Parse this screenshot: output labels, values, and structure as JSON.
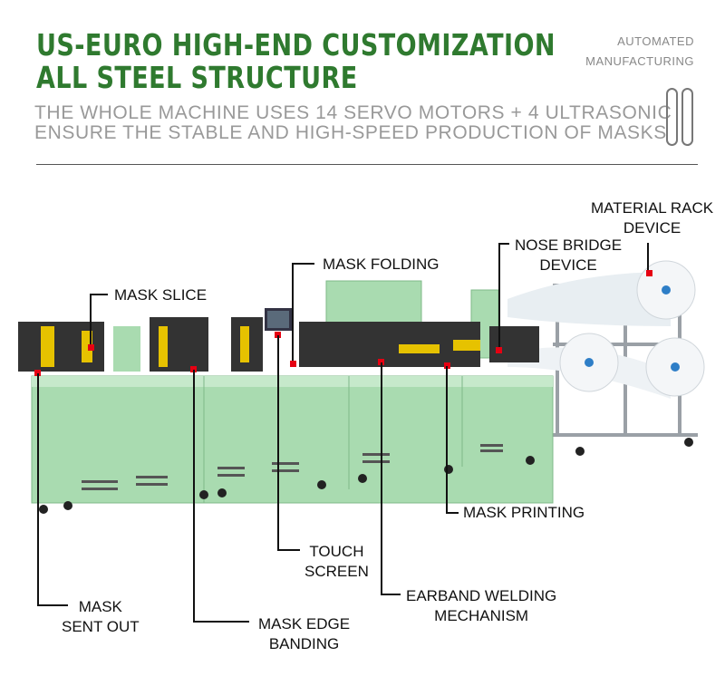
{
  "header": {
    "title_line1": "US-EURO HIGH-END CUSTOMIZATION",
    "title_line2": "ALL STEEL STRUCTURE",
    "corner_line1": "AUTOMATED",
    "corner_line2": "MANUFACTURING",
    "subtitle_line1": "THE WHOLE MACHINE USES 14 SERVO MOTORS + 4 ULTRASONIC",
    "subtitle_line2": "ENSURE THE STABLE AND HIGH-SPEED PRODUCTION OF MASKS"
  },
  "callouts": {
    "material_rack_1": "MATERIAL RACK",
    "material_rack_2": "DEVICE",
    "nose_bridge_1": "NOSE BRIDGE",
    "nose_bridge_2": "DEVICE",
    "mask_folding": "MASK FOLDING",
    "mask_slice": "MASK SLICE",
    "mask_printing": "MASK PRINTING",
    "touch_screen_1": "TOUCH",
    "touch_screen_2": "SCREEN",
    "earband_1": "EARBAND WELDING",
    "earband_2": "MECHANISM",
    "mask_sent_out_1": "MASK",
    "mask_sent_out_2": "SENT OUT",
    "edge_banding_1": "MASK EDGE",
    "edge_banding_2": "BANDING"
  },
  "colors": {
    "title": "#2f7a2f",
    "machine_body": "#a9dbb0",
    "marker": "#e60012"
  }
}
